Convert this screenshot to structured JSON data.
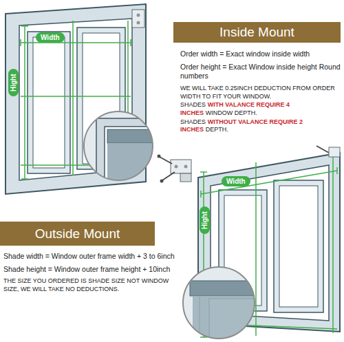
{
  "diagram": {
    "nodes": [
      {
        "text": [
          "Width"
        ]
      },
      {
        "text": [
          "Hight"
        ]
      },
      {
        "text": [
          "Inside Mount"
        ]
      },
      {
        "text": [
          "Outside Mount"
        ]
      },
      {
        "text": [
          "Width"
        ]
      },
      {
        "text": [
          "Hight"
        ]
      }
    ],
    "labels": [
      "Order width = Exact window inside width",
      "Order height = Exact Window inside height Round numbers",
      "WE WILL TAKE 0.25INCH DEDUCTION FROM ORDER WIDTH TO FIT YOUR WINDOW.",
      "SHADES",
      "WITH VALANCE REQUIRE 4 INCHES",
      "WINDOW DEPTH.",
      "SHADES",
      "WITHOUT VALANCE REQUIRE 2 INCHES",
      "DEPTH.",
      "Shade width = Window outer frame width + 3 to 6inch",
      "Shade height = Window outer frame height + 10inch",
      "THE SIZE YOU ORDERED IS SHADE SIZE NOT WINDOW SIZE, WE WILL TAKE NO DEDUCTIONS."
    ]
  }
}
